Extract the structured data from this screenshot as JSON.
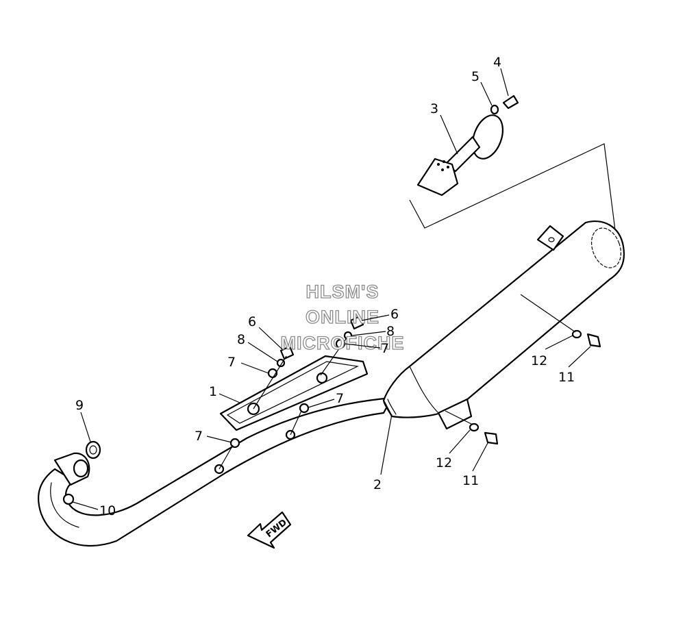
{
  "diagram": {
    "watermark": {
      "line1": "HLSM'S",
      "line2": "ONLINE",
      "line3": "MICROFICHE"
    },
    "direction_arrow": {
      "label": "FWD"
    },
    "callouts": [
      {
        "id": "c1",
        "label": "1"
      },
      {
        "id": "c2",
        "label": "2"
      },
      {
        "id": "c3",
        "label": "3"
      },
      {
        "id": "c4",
        "label": "4"
      },
      {
        "id": "c5",
        "label": "5"
      },
      {
        "id": "c6a",
        "label": "6"
      },
      {
        "id": "c6b",
        "label": "6"
      },
      {
        "id": "c7a",
        "label": "7"
      },
      {
        "id": "c7b",
        "label": "7"
      },
      {
        "id": "c7c",
        "label": "7"
      },
      {
        "id": "c7d",
        "label": "7"
      },
      {
        "id": "c8a",
        "label": "8"
      },
      {
        "id": "c8b",
        "label": "8"
      },
      {
        "id": "c9",
        "label": "9"
      },
      {
        "id": "c10",
        "label": "10"
      },
      {
        "id": "c11a",
        "label": "11"
      },
      {
        "id": "c11b",
        "label": "11"
      },
      {
        "id": "c12a",
        "label": "12"
      },
      {
        "id": "c12b",
        "label": "12"
      }
    ]
  }
}
